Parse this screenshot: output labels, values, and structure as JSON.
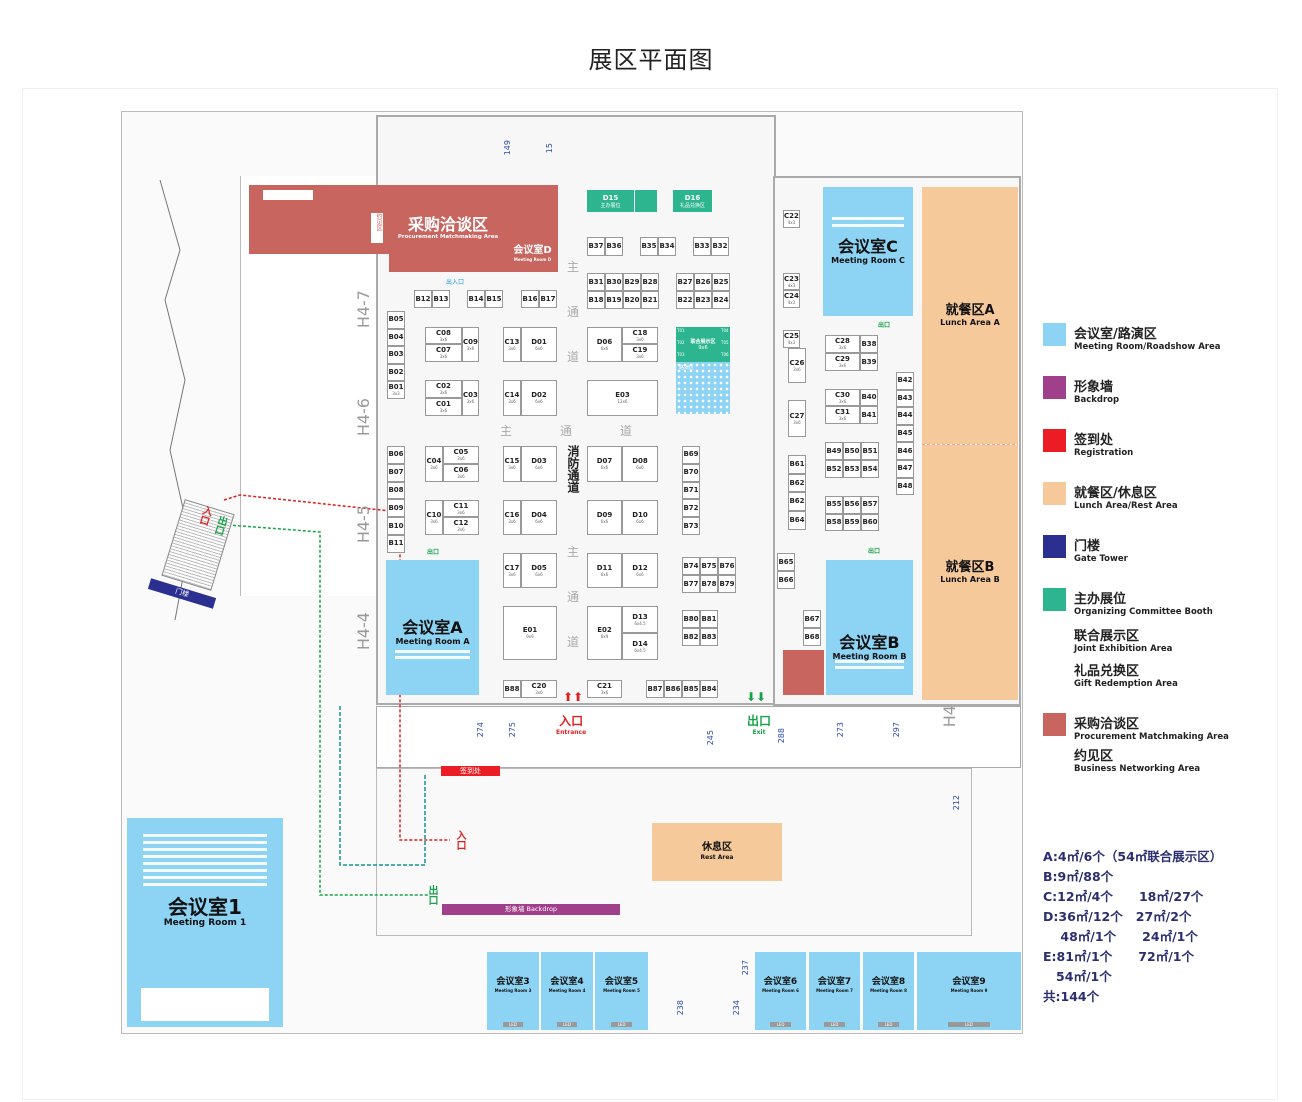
{
  "title": "展区平面图",
  "zones": {
    "procurement": {
      "cn": "采购洽谈区",
      "en": "Procurement Matchmaking Area"
    },
    "networking_sign": "约见区",
    "meeting_d": {
      "cn": "会议室D",
      "en": "Meeting Room D"
    },
    "meeting_c": {
      "cn": "会议室C",
      "en": "Meeting Room C"
    },
    "meeting_a": {
      "cn": "会议室A",
      "en": "Meeting Room A"
    },
    "meeting_b": {
      "cn": "会议室B",
      "en": "Meeting Room B"
    },
    "meeting_1": {
      "cn": "会议室1",
      "en": "Meeting Room 1"
    },
    "meeting_small": [
      {
        "cn": "会议室3",
        "en": "Meeting Room 3"
      },
      {
        "cn": "会议室4",
        "en": "Meeting Room 4"
      },
      {
        "cn": "会议室5",
        "en": "Meeting Room 5"
      },
      {
        "cn": "会议室6",
        "en": "Meeting Room 6"
      },
      {
        "cn": "会议室7",
        "en": "Meeting Room 7"
      },
      {
        "cn": "会议室8",
        "en": "Meeting Room 8"
      },
      {
        "cn": "会议室9",
        "en": "Meeting Room 9"
      }
    ],
    "led": "LED",
    "lunch_a": {
      "cn": "就餐区A",
      "en": "Lunch Area A"
    },
    "lunch_b": {
      "cn": "就餐区B",
      "en": "Lunch Area B"
    },
    "rest": {
      "cn": "休息区",
      "en": "Rest Area"
    },
    "registration": "签到处",
    "backdrop": "形象墙 Backdrop",
    "gate_tower": "门楼",
    "d15": {
      "id": "D15",
      "size": "12x4",
      "cn": "主办展位"
    },
    "d16": {
      "id": "D16",
      "size": "6x4",
      "cn": "礼品兑换区"
    },
    "joint": {
      "cn": "联合展示区",
      "size": "9x6"
    },
    "t_booths": [
      "T01",
      "T02",
      "T03",
      "T04",
      "T05",
      "T06"
    ],
    "roadshow": "路演区"
  },
  "signs": {
    "entrance_cn": "入口",
    "entrance_en": "Entrance",
    "exit_cn": "出口",
    "exit_en": "Exit",
    "in_out": "出入口",
    "main_aisle": [
      "主",
      "通",
      "道"
    ],
    "fire_lane": "消防通道"
  },
  "wall_labels": [
    "H4-7",
    "H4-6",
    "H4-5",
    "H4-4",
    "H4"
  ],
  "room_numbers": [
    "149",
    "15",
    "274",
    "275",
    "245",
    "288",
    "273",
    "297",
    "212",
    "237",
    "234",
    "238"
  ],
  "booths": [
    {
      "id": "B37"
    },
    {
      "id": "B36"
    },
    {
      "id": "B35"
    },
    {
      "id": "B34"
    },
    {
      "id": "B33"
    },
    {
      "id": "B32"
    },
    {
      "id": "B31"
    },
    {
      "id": "B30"
    },
    {
      "id": "B29"
    },
    {
      "id": "B28"
    },
    {
      "id": "B27"
    },
    {
      "id": "B26"
    },
    {
      "id": "B25"
    },
    {
      "id": "B18"
    },
    {
      "id": "B19"
    },
    {
      "id": "B20"
    },
    {
      "id": "B21"
    },
    {
      "id": "B22"
    },
    {
      "id": "B23"
    },
    {
      "id": "B24"
    },
    {
      "id": "B12"
    },
    {
      "id": "B13"
    },
    {
      "id": "B14"
    },
    {
      "id": "B15"
    },
    {
      "id": "B16"
    },
    {
      "id": "B17"
    },
    {
      "id": "B05"
    },
    {
      "id": "B04"
    },
    {
      "id": "B03"
    },
    {
      "id": "B02"
    },
    {
      "id": "B01",
      "size": "3x3"
    },
    {
      "id": "C08",
      "size": "3x6"
    },
    {
      "id": "C07",
      "size": "3x6"
    },
    {
      "id": "C09",
      "size": "3x6"
    },
    {
      "id": "C13",
      "size": "3x6"
    },
    {
      "id": "D01",
      "size": "6x6"
    },
    {
      "id": "D06",
      "size": "6x6"
    },
    {
      "id": "C18",
      "size": "3x6"
    },
    {
      "id": "C19",
      "size": "3x6"
    },
    {
      "id": "C02",
      "size": "3x6"
    },
    {
      "id": "C01",
      "size": "3x6"
    },
    {
      "id": "C03",
      "size": "3x6"
    },
    {
      "id": "C14",
      "size": "3x6"
    },
    {
      "id": "D02",
      "size": "6x6"
    },
    {
      "id": "E03",
      "size": "12x6"
    },
    {
      "id": "B06"
    },
    {
      "id": "B07"
    },
    {
      "id": "B08"
    },
    {
      "id": "B09"
    },
    {
      "id": "B10"
    },
    {
      "id": "B11"
    },
    {
      "id": "C04",
      "size": "3x6"
    },
    {
      "id": "C05",
      "size": "3x6"
    },
    {
      "id": "C06",
      "size": "3x6"
    },
    {
      "id": "C15",
      "size": "3x6"
    },
    {
      "id": "D03",
      "size": "6x6"
    },
    {
      "id": "D07",
      "size": "6x6"
    },
    {
      "id": "D08",
      "size": "6x6"
    },
    {
      "id": "C10",
      "size": "3x6"
    },
    {
      "id": "C11",
      "size": "3x6"
    },
    {
      "id": "C12",
      "size": "3x6"
    },
    {
      "id": "C16",
      "size": "3x6"
    },
    {
      "id": "D04",
      "size": "6x6"
    },
    {
      "id": "D09",
      "size": "6x6"
    },
    {
      "id": "D10",
      "size": "6x6"
    },
    {
      "id": "C17",
      "size": "3x6"
    },
    {
      "id": "D05",
      "size": "6x6"
    },
    {
      "id": "D11",
      "size": "6x6"
    },
    {
      "id": "D12",
      "size": "6x6"
    },
    {
      "id": "E01",
      "size": "9x9"
    },
    {
      "id": "E02",
      "size": "6x9"
    },
    {
      "id": "D13",
      "size": "6x4.5"
    },
    {
      "id": "D14",
      "size": "6x4.5"
    },
    {
      "id": "B88"
    },
    {
      "id": "C20",
      "size": "3x6"
    },
    {
      "id": "C21",
      "size": "3x6"
    },
    {
      "id": "B87"
    },
    {
      "id": "B86"
    },
    {
      "id": "B85"
    },
    {
      "id": "B84"
    },
    {
      "id": "B69"
    },
    {
      "id": "B70"
    },
    {
      "id": "B71"
    },
    {
      "id": "B72"
    },
    {
      "id": "B73"
    },
    {
      "id": "B74"
    },
    {
      "id": "B75"
    },
    {
      "id": "B76"
    },
    {
      "id": "B77"
    },
    {
      "id": "B78"
    },
    {
      "id": "B79"
    },
    {
      "id": "B80"
    },
    {
      "id": "B81"
    },
    {
      "id": "B82"
    },
    {
      "id": "B83"
    },
    {
      "id": "C22",
      "size": "4x3"
    },
    {
      "id": "C23",
      "size": "4x3"
    },
    {
      "id": "C24",
      "size": "4x3"
    },
    {
      "id": "C25",
      "size": "4x3"
    },
    {
      "id": "C26",
      "size": "3x6"
    },
    {
      "id": "C27",
      "size": "3x6"
    },
    {
      "id": "C28",
      "size": "3x6"
    },
    {
      "id": "C29",
      "size": "3x6"
    },
    {
      "id": "B38"
    },
    {
      "id": "B39"
    },
    {
      "id": "C30",
      "size": "3x6"
    },
    {
      "id": "C31",
      "size": "3x6"
    },
    {
      "id": "B40"
    },
    {
      "id": "B41"
    },
    {
      "id": "B42"
    },
    {
      "id": "B43"
    },
    {
      "id": "B44"
    },
    {
      "id": "B45"
    },
    {
      "id": "B46"
    },
    {
      "id": "B47"
    },
    {
      "id": "B48"
    },
    {
      "id": "B49"
    },
    {
      "id": "B50"
    },
    {
      "id": "B51"
    },
    {
      "id": "B52"
    },
    {
      "id": "B53"
    },
    {
      "id": "B54"
    },
    {
      "id": "B61"
    },
    {
      "id": "B62"
    },
    {
      "id": "B62"
    },
    {
      "id": "B64"
    },
    {
      "id": "B55"
    },
    {
      "id": "B56"
    },
    {
      "id": "B57"
    },
    {
      "id": "B58"
    },
    {
      "id": "B59"
    },
    {
      "id": "B60"
    },
    {
      "id": "B65"
    },
    {
      "id": "B66"
    },
    {
      "id": "B67"
    },
    {
      "id": "B68"
    }
  ],
  "legend": [
    {
      "cn": "会议室/路演区",
      "en": "Meeting  Room/Roadshow Area",
      "color": "#8dd3f3"
    },
    {
      "cn": "形象墙",
      "en": "Backdrop",
      "color": "#a0408a"
    },
    {
      "cn": "签到处",
      "en": "Registration",
      "color": "#ec1c24"
    },
    {
      "cn": "就餐区/休息区",
      "en": "Lunch Area/Rest Area",
      "color": "#f5c99a"
    },
    {
      "cn": "门楼",
      "en": "Gate Tower",
      "color": "#2b2f8f"
    },
    {
      "cn": "主办展位",
      "en": "Organizing Committee Booth",
      "color": "#2db58f"
    },
    {
      "cn": "联合展示区",
      "en": "Joint Exhibition Area",
      "color": ""
    },
    {
      "cn": "礼品兑换区",
      "en": "Gift Redemption Area",
      "color": ""
    },
    {
      "cn": "采购洽谈区",
      "en": "Procurement Matchmaking Area",
      "color": "#c9655f"
    },
    {
      "cn": "约见区",
      "en": "Business Networking Area",
      "color": ""
    }
  ],
  "stats": [
    "A:4㎡/6个（54㎡联合展示区）",
    "B:9㎡/88个",
    "C:12㎡/4个      18㎡/27个",
    "D:36㎡/12个   27㎡/2个",
    "    48㎡/1个      24㎡/1个",
    "E:81㎡/1个      72㎡/1个",
    "   54㎡/1个",
    "共:144个"
  ]
}
